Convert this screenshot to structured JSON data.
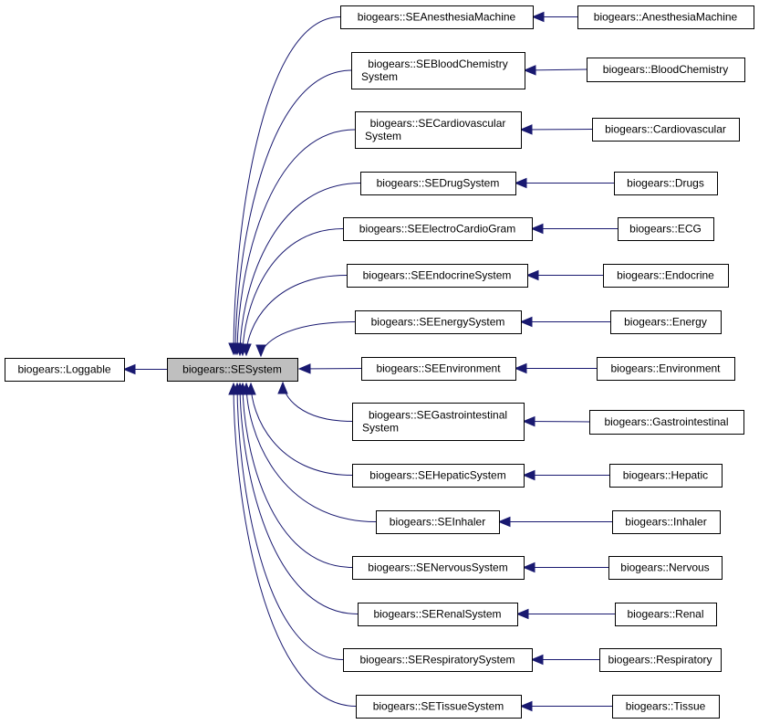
{
  "colors": {
    "edge": "#191970",
    "node_fill": "#ffffff",
    "focus_fill": "#bfbfbf",
    "border": "#000000"
  },
  "nodes": {
    "loggable": {
      "lines": [
        "biogears::Loggable"
      ]
    },
    "sesystem": {
      "lines": [
        "biogears::SESystem"
      ],
      "focus": true
    },
    "se_anesthesia": {
      "lines": [
        "biogears::SEAnesthesiaMachine"
      ]
    },
    "se_blood": {
      "lines": [
        "biogears::SEBloodChemistry",
        "System"
      ]
    },
    "se_cardio": {
      "lines": [
        "biogears::SECardiovascular",
        "System"
      ]
    },
    "se_drug": {
      "lines": [
        "biogears::SEDrugSystem"
      ]
    },
    "se_ecg": {
      "lines": [
        "biogears::SEElectroCardioGram"
      ]
    },
    "se_endo": {
      "lines": [
        "biogears::SEEndocrineSystem"
      ]
    },
    "se_energy": {
      "lines": [
        "biogears::SEEnergySystem"
      ]
    },
    "se_env": {
      "lines": [
        "biogears::SEEnvironment"
      ]
    },
    "se_gastro": {
      "lines": [
        "biogears::SEGastrointestinal",
        "System"
      ]
    },
    "se_hepatic": {
      "lines": [
        "biogears::SEHepaticSystem"
      ]
    },
    "se_inhaler": {
      "lines": [
        "biogears::SEInhaler"
      ]
    },
    "se_nervous": {
      "lines": [
        "biogears::SENervousSystem"
      ]
    },
    "se_renal": {
      "lines": [
        "biogears::SERenalSystem"
      ]
    },
    "se_resp": {
      "lines": [
        "biogears::SERespiratorySystem"
      ]
    },
    "se_tissue": {
      "lines": [
        "biogears::SETissueSystem"
      ]
    },
    "anesthesia": {
      "lines": [
        "biogears::AnesthesiaMachine"
      ]
    },
    "blood": {
      "lines": [
        "biogears::BloodChemistry"
      ]
    },
    "cardio": {
      "lines": [
        "biogears::Cardiovascular"
      ]
    },
    "drugs": {
      "lines": [
        "biogears::Drugs"
      ]
    },
    "ecg": {
      "lines": [
        "biogears::ECG"
      ]
    },
    "endocrine": {
      "lines": [
        "biogears::Endocrine"
      ]
    },
    "energy": {
      "lines": [
        "biogears::Energy"
      ]
    },
    "environment": {
      "lines": [
        "biogears::Environment"
      ]
    },
    "gastro": {
      "lines": [
        "biogears::Gastrointestinal"
      ]
    },
    "hepatic": {
      "lines": [
        "biogears::Hepatic"
      ]
    },
    "inhaler": {
      "lines": [
        "biogears::Inhaler"
      ]
    },
    "nervous": {
      "lines": [
        "biogears::Nervous"
      ]
    },
    "renal": {
      "lines": [
        "biogears::Renal"
      ]
    },
    "respiratory": {
      "lines": [
        "biogears::Respiratory"
      ]
    },
    "tissue": {
      "lines": [
        "biogears::Tissue"
      ]
    }
  },
  "edges": [
    {
      "from": "sesystem",
      "to": "loggable"
    },
    {
      "from": "se_anesthesia",
      "to": "sesystem"
    },
    {
      "from": "se_blood",
      "to": "sesystem"
    },
    {
      "from": "se_cardio",
      "to": "sesystem"
    },
    {
      "from": "se_drug",
      "to": "sesystem"
    },
    {
      "from": "se_ecg",
      "to": "sesystem"
    },
    {
      "from": "se_endo",
      "to": "sesystem"
    },
    {
      "from": "se_energy",
      "to": "sesystem"
    },
    {
      "from": "se_env",
      "to": "sesystem"
    },
    {
      "from": "se_gastro",
      "to": "sesystem"
    },
    {
      "from": "se_hepatic",
      "to": "sesystem"
    },
    {
      "from": "se_inhaler",
      "to": "sesystem"
    },
    {
      "from": "se_nervous",
      "to": "sesystem"
    },
    {
      "from": "se_renal",
      "to": "sesystem"
    },
    {
      "from": "se_resp",
      "to": "sesystem"
    },
    {
      "from": "se_tissue",
      "to": "sesystem"
    },
    {
      "from": "anesthesia",
      "to": "se_anesthesia"
    },
    {
      "from": "blood",
      "to": "se_blood"
    },
    {
      "from": "cardio",
      "to": "se_cardio"
    },
    {
      "from": "drugs",
      "to": "se_drug"
    },
    {
      "from": "ecg",
      "to": "se_ecg"
    },
    {
      "from": "endocrine",
      "to": "se_endo"
    },
    {
      "from": "energy",
      "to": "se_energy"
    },
    {
      "from": "environment",
      "to": "se_env"
    },
    {
      "from": "gastro",
      "to": "se_gastro"
    },
    {
      "from": "hepatic",
      "to": "se_hepatic"
    },
    {
      "from": "inhaler",
      "to": "se_inhaler"
    },
    {
      "from": "nervous",
      "to": "se_nervous"
    },
    {
      "from": "renal",
      "to": "se_renal"
    },
    {
      "from": "respiratory",
      "to": "se_resp"
    },
    {
      "from": "tissue",
      "to": "se_tissue"
    }
  ]
}
